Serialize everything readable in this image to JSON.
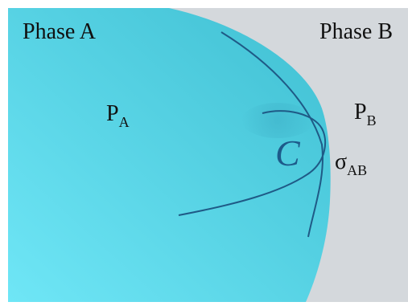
{
  "regions": {
    "phase_a_label": "Phase A",
    "phase_b_label": "Phase B"
  },
  "pressures": {
    "p_a_symbol": "P",
    "p_a_subscript": "A",
    "p_b_symbol": "P",
    "p_b_subscript": "B"
  },
  "interface": {
    "tension_symbol": "σ",
    "tension_subscript": "AB",
    "curvature_label": "C"
  },
  "colors": {
    "phase_a_fill_light": "#6fe6f6",
    "phase_a_fill_dark": "#3fbfd2",
    "phase_b_fill": "#d4d8dc",
    "curve_stroke": "#1f5a86",
    "curvature_text": "#1d5a8a",
    "label_text": "#111111"
  }
}
